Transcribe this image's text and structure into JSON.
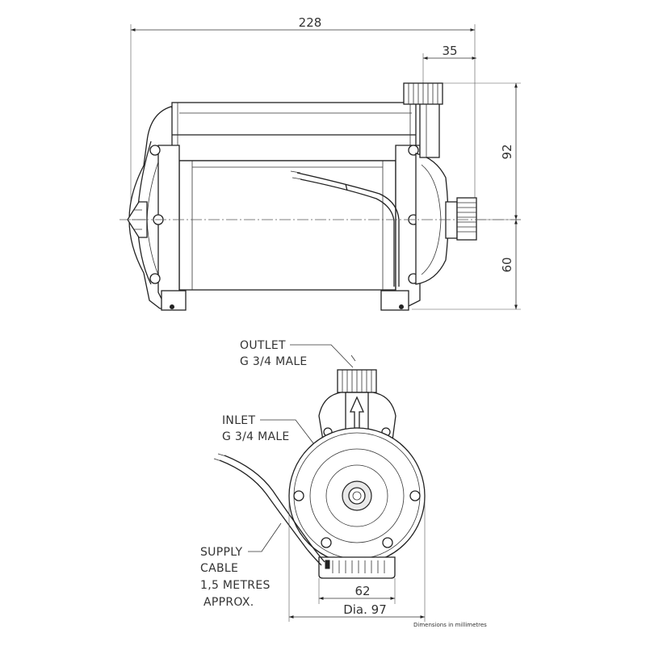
{
  "side_view": {
    "dim_overall_length": "228",
    "dim_outlet_offset": "35",
    "dim_upper_height": "92",
    "dim_lower_height": "60"
  },
  "front_view": {
    "outlet_label_line1": "OUTLET",
    "outlet_label_line2": "G 3/4 MALE",
    "inlet_label_line1": "INLET",
    "inlet_label_line2": "G 3/4 MALE",
    "cable_label_line1": "SUPPLY",
    "cable_label_line2": "CABLE",
    "cable_label_line3": "1,5 METRES",
    "cable_label_line4": "APPROX.",
    "dim_base_width": "62",
    "dim_diameter": "Dia. 97"
  },
  "footnote": "Dimensions in millimetres"
}
